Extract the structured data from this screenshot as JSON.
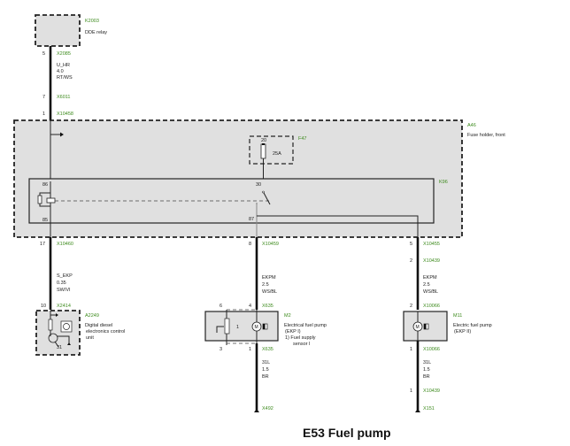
{
  "title": "E53 Fuel pump",
  "components": {
    "k2003": {
      "id": "K2003",
      "desc": "DDE relay"
    },
    "a46": {
      "id": "A46",
      "desc": "Fuse holder, front"
    },
    "f47": {
      "id": "F47",
      "rating": "25A",
      "pin": "20"
    },
    "k96": {
      "id": "K96",
      "pins": {
        "p86": "86",
        "p85": "85",
        "p30": "30",
        "p87": "87"
      }
    },
    "a2249": {
      "id": "A2249",
      "desc_lines": [
        "Digital diesel",
        "electronics control",
        "unit"
      ],
      "ground_pin": "31"
    },
    "m2": {
      "id": "M2",
      "desc_lines": [
        "Electrical fuel pump",
        "(EKP I)",
        "1) Fuel supply",
        "sensor I"
      ],
      "inner_label": "1",
      "pins": {
        "top_left": "6",
        "top_right": "4",
        "bottom_left": "3",
        "bottom_right": "1"
      }
    },
    "m11": {
      "id": "M11",
      "desc_lines": [
        "Electric fuel pump",
        "(EKP II)"
      ]
    }
  },
  "connectors": {
    "x2085": {
      "pin": "5",
      "id": "X2085"
    },
    "x6011": {
      "pin": "7",
      "id": "X6011"
    },
    "x10458": {
      "pin": "1",
      "id": "X10458"
    },
    "x10460": {
      "pin": "17",
      "id": "X10460"
    },
    "x2414": {
      "pin": "10",
      "id": "X2414"
    },
    "x10459": {
      "pin": "8",
      "id": "X10459"
    },
    "x635_top": {
      "id": "X635"
    },
    "x635_bot": {
      "id": "X635"
    },
    "x492": {
      "id": "X492"
    },
    "x10455": {
      "pin": "5",
      "id": "X10455"
    },
    "x10439_top": {
      "pin": "2",
      "id": "X10439"
    },
    "x10066_top": {
      "pin": "2",
      "id": "X10066"
    },
    "x10066_bot": {
      "pin": "1",
      "id": "X10066"
    },
    "x10439_bot": {
      "pin": "1",
      "id": "X10439"
    },
    "x151": {
      "id": "X151"
    }
  },
  "wires": {
    "u_hr": [
      "U_HR",
      "4.0",
      "RT/WS"
    ],
    "s_ekp": [
      "S_EKP",
      "0.35",
      "SW/VI"
    ],
    "ekpm1": [
      "EKPM",
      "2.5",
      "WS/BL"
    ],
    "ekpm2": [
      "EKPM",
      "2.5",
      "WS/BL"
    ],
    "gnd1": [
      "31L",
      "1.5",
      "BR"
    ],
    "gnd2": [
      "31L",
      "1.5",
      "BR"
    ]
  }
}
